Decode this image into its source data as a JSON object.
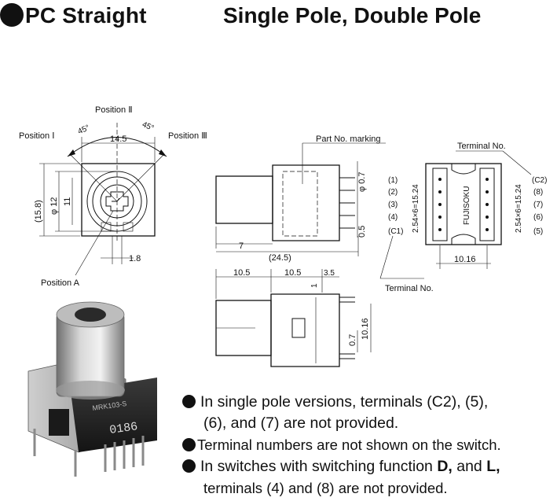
{
  "header": {
    "title_left": "PC Straight",
    "title_right": "Single Pole, Double Pole"
  },
  "front_view": {
    "position_1": "Position Ⅰ",
    "position_2": "Position Ⅱ",
    "position_3": "Position Ⅲ",
    "position_a": "Position A",
    "angle_left": "45°",
    "angle_right": "45°",
    "dim_width": "14.5",
    "dim_height": "(15.8)",
    "dim_diameter": "φ 12",
    "dim_11": "11",
    "dim_1_8": "1.8"
  },
  "side_view": {
    "part_no_marking": "Part No. marking",
    "dim_7": "7",
    "dim_phi_0_7": "φ 0.7",
    "dim_0_5": "0.5",
    "dim_24_5": "(24.5)"
  },
  "bottom_view": {
    "dim_10_5_a": "10.5",
    "dim_10_5_b": "10.5",
    "dim_3_5": "3.5",
    "dim_1": "1",
    "dim_0_7": "0.7",
    "dim_10_16": "10.16"
  },
  "terminal_view": {
    "terminal_no_top": "Terminal No.",
    "terminal_no_bottom": "Terminal No.",
    "left_labels": [
      "(1)",
      "(2)",
      "(3)",
      "(4)",
      "(C1)"
    ],
    "right_labels": [
      "(C2)",
      "(8)",
      "(7)",
      "(6)",
      "(5)"
    ],
    "pitch_left": "2.54×6=15.24",
    "pitch_right": "2.54×6=15.24",
    "brand": "FUJISOKU",
    "dim_10_16": "10.16"
  },
  "photo": {
    "marking_top": "MRK103-S",
    "marking_code": "0186"
  },
  "notes": {
    "note1_line1": "In single pole versions, terminals (C2), (5),",
    "note1_line2": "(6), and (7) are not provided.",
    "note2": "Terminal numbers are not shown on the switch.",
    "note3_pre": "In switches with switching function ",
    "note3_d": "D,",
    "note3_and": " and ",
    "note3_l": "L,",
    "note3_line2": "terminals (4) and (8) are not provided."
  }
}
